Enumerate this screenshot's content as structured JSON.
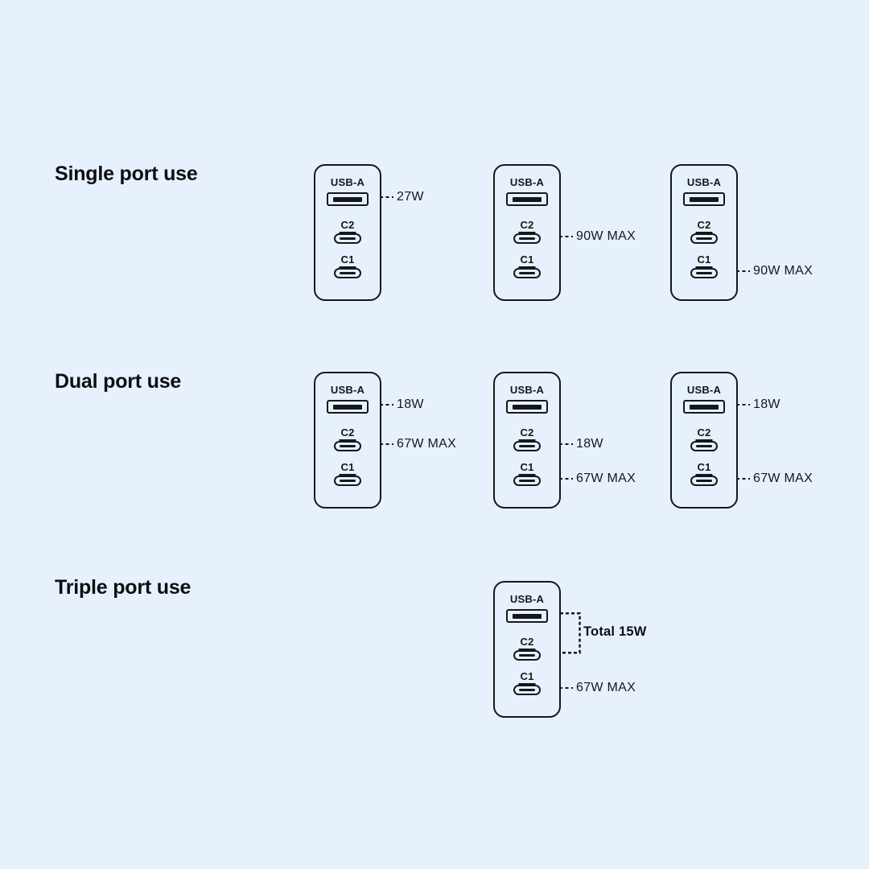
{
  "page": {
    "background": "#E7F1FD",
    "ink": "#15171B"
  },
  "port_labels": {
    "usba": "USB-A",
    "c2": "C2",
    "c1": "C1"
  },
  "sections": [
    {
      "title": "Single port use",
      "chargers": [
        {
          "callouts": {
            "usba": "27W"
          }
        },
        {
          "callouts": {
            "c2": "90W MAX"
          }
        },
        {
          "callouts": {
            "c1": "90W MAX"
          }
        }
      ]
    },
    {
      "title": "Dual port use",
      "chargers": [
        {
          "callouts": {
            "usba": "18W",
            "c2": "67W MAX"
          }
        },
        {
          "callouts": {
            "c2": "18W",
            "c1": "67W MAX"
          }
        },
        {
          "callouts": {
            "usba": "18W",
            "c1": "67W MAX"
          }
        }
      ]
    },
    {
      "title": "Triple port use",
      "chargers": [
        {
          "bracket": {
            "ports": "USB-A + C2",
            "label": "Total 15W"
          },
          "callouts": {
            "c1": "67W MAX"
          }
        }
      ]
    }
  ]
}
